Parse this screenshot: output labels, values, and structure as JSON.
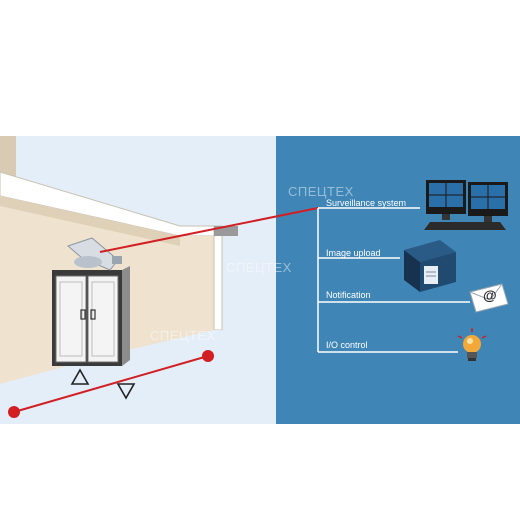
{
  "watermark": "СПЕЦТЕХ",
  "outputs": [
    {
      "label": "Surveillance system",
      "icon": "monitors-icon"
    },
    {
      "label": "Image upload",
      "icon": "server-icon"
    },
    {
      "label": "Notification",
      "icon": "email-icon"
    },
    {
      "label": "I/O control",
      "icon": "light-bulb-icon"
    }
  ],
  "colors": {
    "left_panel": "#e4eef8",
    "right_panel": "#3f86b7",
    "wall": "#efe3cf",
    "signal_line": "#d11f24"
  }
}
